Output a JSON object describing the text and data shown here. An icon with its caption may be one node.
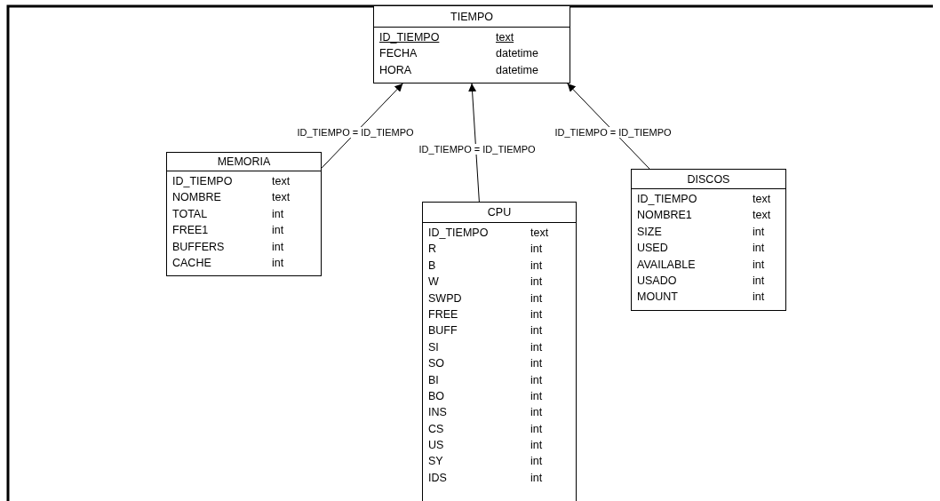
{
  "diagram": {
    "nodes": [
      {
        "text": [
          "TIEMPO",
          "ID_TIEMPO",
          "text",
          "FECHA",
          "datetime",
          "HORA",
          "datetime"
        ]
      },
      {
        "text": [
          "MEMORIA",
          "ID_TIEMPO",
          "text",
          "NOMBRE",
          "text",
          "TOTAL",
          "int",
          "FREE1",
          "int",
          "BUFFERS",
          "int",
          "CACHE",
          "int"
        ]
      },
      {
        "text": [
          "CPU",
          "ID_TIEMPO",
          "text",
          "R",
          "int",
          "B",
          "int",
          "W",
          "int",
          "SWPD",
          "int",
          "FREE",
          "int",
          "BUFF",
          "int",
          "SI",
          "int",
          "SO",
          "int",
          "BI",
          "int",
          "BO",
          "int",
          "INS",
          "int",
          "CS",
          "int",
          "US",
          "int",
          "SY",
          "int",
          "IDS",
          "int"
        ]
      },
      {
        "text": [
          "DISCOS",
          "ID_TIEMPO",
          "text",
          "NOMBRE1",
          "text",
          "SIZE",
          "int",
          "USED",
          "int",
          "AVAILABLE",
          "int",
          "USADO",
          "int",
          "MOUNT",
          "int"
        ]
      }
    ],
    "edges": [
      {
        "from": 1,
        "to": 0,
        "arrow": "to",
        "label": "ID_TIEMPO = ID_TIEMPO"
      },
      {
        "from": 2,
        "to": 0,
        "arrow": "to",
        "label": "ID_TIEMPO = ID_TIEMPO"
      },
      {
        "from": 3,
        "to": 0,
        "arrow": "to",
        "label": "ID_TIEMPO = ID_TIEMPO"
      }
    ]
  }
}
